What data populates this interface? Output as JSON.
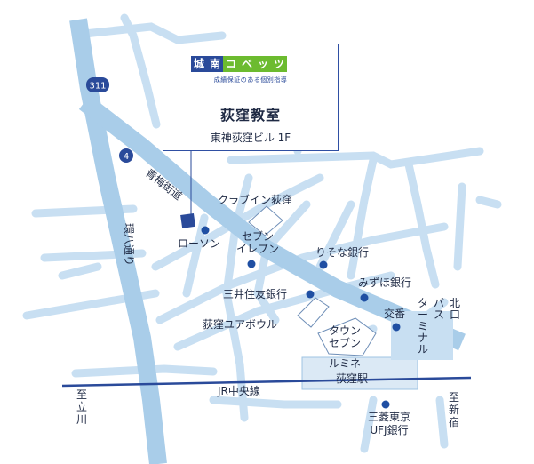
{
  "callout": {
    "logo_chars": [
      "城",
      "南",
      "コ",
      "ベ",
      "ッ",
      "ツ"
    ],
    "tagline": "成績保証のある個別指導",
    "name": "荻窪教室",
    "address": "東神荻窪ビル 1F"
  },
  "routes": {
    "route_311": "311",
    "route_4": "4"
  },
  "roads": {
    "oume_kaido": "青梅街道",
    "kanpachi_dori": "環八通り",
    "jr_chuo_line": "JR中央線"
  },
  "landmarks": {
    "clubine": "クラブイン荻窪",
    "lawson": "ローソン",
    "seven_eleven": "セブン\nイレブン",
    "resona": "りそな銀行",
    "mizuho": "みずほ銀行",
    "mitsui": "三井住友銀行",
    "ogikubo_bowl": "荻窪ユアボウル",
    "koban": "交番",
    "town_seven": "タウン\nセブン",
    "lumine": "ルミネ",
    "ogikubo_station": "荻窪駅",
    "kita_bus": "北口\nバス\nターミナル",
    "mufg": "三菱東京\nUFJ銀行",
    "to_tachikawa": "至\n立\n川",
    "to_shinjuku": "至\n新\n宿"
  },
  "colors": {
    "road": "#c8dff2",
    "major_road": "#a9cde9",
    "line": "#2a4a9a",
    "text": "#1f2a44",
    "marker": "#1f4fa3",
    "logo_blue": "#2a4a9a",
    "logo_green": "#6cbb2f"
  }
}
